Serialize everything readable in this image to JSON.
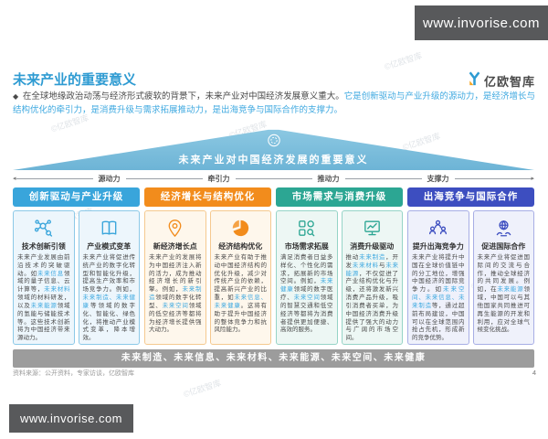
{
  "watermark_top": {
    "text": "www.invorise.com"
  },
  "watermark_bottom": {
    "text": "www.invorise.com"
  },
  "scatter_watermark": {
    "text": "©亿欧智库"
  },
  "header": {
    "title": "未来产业的重要意义",
    "logo_text": "亿欧智库"
  },
  "intro": {
    "bullet": "◆",
    "normal": "在全球地缘政治动荡与经济形式疲软的背景下，未来产业对中国经济发展意义重大。",
    "highlight": "它是创新驱动与产业升级的源动力，是经济增长与结构优化的牵引力，是消费升级与需求拓展推动力，是出海竞争与国际合作的支撑力。"
  },
  "roof": {
    "title": "未来产业对中国经济发展的重要意义"
  },
  "colors": {
    "title_blue": "#2E9BD2",
    "keyword_highlight": "#3FA9E0",
    "roof_blue": "#6DB4D6",
    "bottom_bar_gray": "#9C9C9C"
  },
  "pillars": [
    {
      "id": "innovation",
      "force": "源动力",
      "header": "创新驱动与产业升级",
      "accent": "#39A5DB",
      "border": "#8CC9E8",
      "bg": "#EDF6FC",
      "cards": [
        {
          "icon": "network-tech-icon",
          "title": "技术创新引领",
          "body": [
            {
              "t": "未来产业发展由前沿技术的突破驱动。如"
            },
            {
              "t": "未来信息",
              "hl": true
            },
            {
              "t": "领域的量子信息、云计算等，"
            },
            {
              "t": "未来材料",
              "hl": true
            },
            {
              "t": "领域的材料研发，以及"
            },
            {
              "t": "未来能源",
              "hl": true
            },
            {
              "t": "领域的氢能与储能技术等。这些技术创新将为中国经济带来源动力。"
            }
          ]
        },
        {
          "icon": "book-icon",
          "title": "产业模式变革",
          "body": [
            {
              "t": "未来产业将促进传统产业的数字化转型和智能化升级，提高生产效率和市场竞争力。例如，"
            },
            {
              "t": "未来制造、未来健康",
              "hl": true
            },
            {
              "t": "等领域的数字化、智能化、绿色化，将推动产业模式变革，降本增效。"
            }
          ]
        }
      ]
    },
    {
      "id": "growth",
      "force": "牵引力",
      "header": "经济增长与结构优化",
      "accent": "#F28C1C",
      "border": "#F5C98F",
      "bg": "#FEF7EC",
      "cards": [
        {
          "icon": "location-pin-icon",
          "title": "新经济增长点",
          "body": [
            {
              "t": "未来产业的发展将为中国经济注入新的活力，成为推动经济增长的新引擎。例如，"
            },
            {
              "t": "未来制造",
              "hl": true
            },
            {
              "t": "领域的数字化转型、"
            },
            {
              "t": "未来空间",
              "hl": true
            },
            {
              "t": "领域的低空经济等都将为经济增长提供强大动力。"
            }
          ]
        },
        {
          "icon": "pie-chart-icon",
          "title": "经济结构优化",
          "body": [
            {
              "t": "未来产业有助于推动中国经济结构的优化升级，减少对传统产业的依赖，提高新兴产业的比重，如"
            },
            {
              "t": "未来信息、未来健康",
              "hl": true
            },
            {
              "t": "。这将有助于提升中国经济的整体竞争力和抗风险能力。"
            }
          ]
        }
      ]
    },
    {
      "id": "consumption",
      "force": "推动力",
      "header": "市场需求与消费升级",
      "accent": "#2CA693",
      "border": "#96D4C7",
      "bg": "#EDF7F4",
      "cards": [
        {
          "icon": "grid-search-icon",
          "title": "市场需求拓展",
          "body": [
            {
              "t": "满足消费者日益多样化、个性化的需求，拓展新的市场空间。例如，"
            },
            {
              "t": "未来健康",
              "hl": true
            },
            {
              "t": "领域的数字医疗、"
            },
            {
              "t": "未来空间",
              "hl": true
            },
            {
              "t": "领域的智慧交通和低空经济等都将为消费者提供更加便捷、高效的服务。"
            }
          ]
        },
        {
          "icon": "monitor-chart-icon",
          "title": "消费升级驱动",
          "body": [
            {
              "t": "推动"
            },
            {
              "t": "未来制造",
              "hl": true
            },
            {
              "t": "，开发"
            },
            {
              "t": "未来材料",
              "hl": true
            },
            {
              "t": "与"
            },
            {
              "t": "未来能源",
              "hl": true
            },
            {
              "t": "，不仅促进了产业结构优化与升级，还将激发新兴消费产品升级，吸引消费者买单，为中国经济消费升级提供了强大的动力与广阔的市场空间。"
            }
          ]
        }
      ]
    },
    {
      "id": "global",
      "force": "支撑力",
      "header": "出海竞争与国际合作",
      "accent": "#3D4EC0",
      "border": "#A7AEE5",
      "bg": "#EFF1FB",
      "cards": [
        {
          "icon": "people-group-icon",
          "title": "提升出海竞争力",
          "body": [
            {
              "t": "未来产业将提升中国在全球价值链中的分工地位，增强中国经济的国际竞争力。如"
            },
            {
              "t": "未来空间、未来信息、未来制造",
              "hl": true
            },
            {
              "t": "等，通过超前布局建设，中国可以在全球范围内抢占先机，形成新的竞争优势。"
            }
          ]
        },
        {
          "icon": "globe-cooperation-icon",
          "title": "促进国际合作",
          "body": [
            {
              "t": "未来产业将促进国际间的交流与合作，推动全球经济的共同发展。例如，在"
            },
            {
              "t": "未来能源",
              "hl": true
            },
            {
              "t": "领域，中国可以与其他国家共同推进可再生能源的开发和利用，应对全球气候变化挑战。"
            }
          ]
        }
      ]
    }
  ],
  "bottom_bar": {
    "text": "未来制造、未来信息、未来材料、未来能源、未来空间、未来健康"
  },
  "footer": {
    "source": "资料来源：公开资料，专家访谈，亿欧智库",
    "page": "4"
  }
}
